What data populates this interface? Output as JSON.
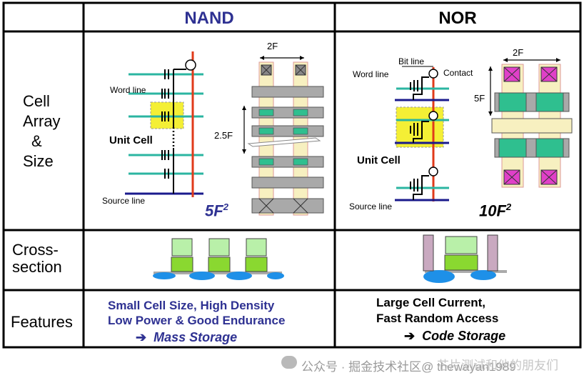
{
  "headers": {
    "nand": "NAND",
    "nor": "NOR"
  },
  "row_labels": {
    "cell_array": [
      "Cell",
      "Array",
      "&",
      "Size"
    ],
    "cross_section": [
      "Cross-",
      "section"
    ],
    "features": "Features"
  },
  "nand": {
    "word_line": "Word line",
    "unit_cell": "Unit Cell",
    "source_line": "Source line",
    "pitch_label": "2F",
    "height_label": "2.5F",
    "area": "5F",
    "area_exp": "2",
    "features": [
      "Small Cell Size, High Density",
      "Low Power & Good Endurance"
    ],
    "arrow": "➔",
    "use": "Mass Storage"
  },
  "nor": {
    "bit_line": "Bit line",
    "word_line": "Word line",
    "contact": "Contact",
    "unit_cell": "Unit Cell",
    "source_line": "Source line",
    "pitch_label": "2F",
    "height_label": "5F",
    "area": "10F",
    "area_exp": "2",
    "features": [
      "Large Cell Current,",
      "Fast Random Access"
    ],
    "arrow": "➔",
    "use": "Code Storage"
  },
  "watermark": {
    "prefix": "公众号 · ",
    "text": "掘金技术社区@ thewayan1989",
    "overlay": "芯片测试和他的朋友们"
  },
  "colors": {
    "header_blue": "#2e3192",
    "feature_blue": "#2e3192",
    "word_line_green": "#2bb5a1",
    "source_line_navy": "#1a1a8c",
    "bit_line_red": "#e03a1a",
    "unit_cell_yellow": "#f4ef35",
    "gate_green": "#2fbf8f",
    "contact_magenta": "#e040c8",
    "channel_cream": "#f7f0c0",
    "wordline_gray": "#a9a9a9",
    "diffusion_blue": "#1e90e8",
    "floating_gate_green": "#8ad830",
    "control_gate_light": "#b9f0a9",
    "pad_pink": "#c9a9c0"
  }
}
